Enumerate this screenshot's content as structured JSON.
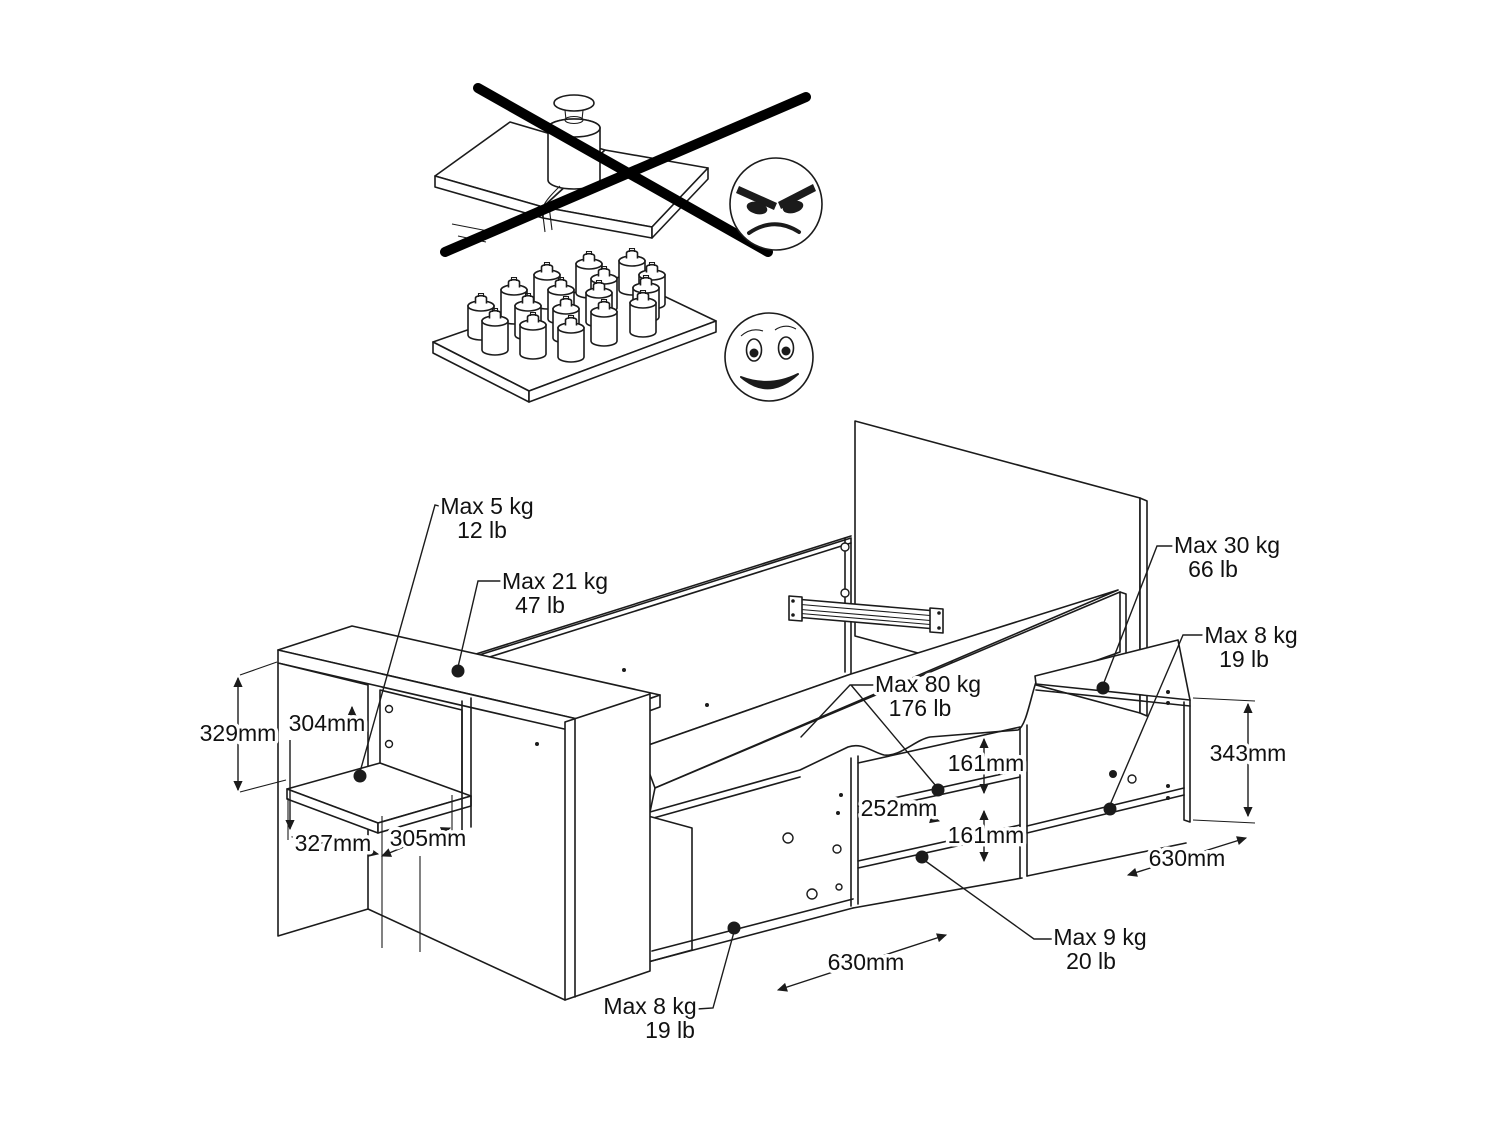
{
  "colors": {
    "background": "#ffffff",
    "line": "#1b1b1b"
  },
  "icons": {
    "prohibited_face": "angry-face-icon",
    "allowed_face": "smiley-face-icon",
    "prohibited_mark": "prohibition-cross-icon"
  },
  "weight_labels": {
    "desk_shelf": {
      "kg": "Max 5 kg",
      "lb": "12 lb"
    },
    "desk_top": {
      "kg": "Max 21 kg",
      "lb": "47 lb"
    },
    "head_shelf": {
      "kg": "Max 30 kg",
      "lb": "66 lb"
    },
    "head_cubby": {
      "kg": "Max 8 kg",
      "lb": "19 lb"
    },
    "bed_platform": {
      "kg": "Max 80 kg",
      "lb": "176 lb"
    },
    "middle_shelf": {
      "kg": "Max 9 kg",
      "lb": "20 lb"
    },
    "foot_cubby": {
      "kg": "Max 8 kg",
      "lb": "19 lb"
    }
  },
  "dimensions": {
    "desk_side_height": "329mm",
    "desk_cubby_height": "304mm",
    "desk_depth_left": "327mm",
    "desk_depth_right": "305mm",
    "middle_shelf_depth": "252mm",
    "middle_gap_upper": "161mm",
    "middle_gap_lower": "161mm",
    "head_cubby_height": "343mm",
    "head_cubby_width": "630mm",
    "foot_cubby_width": "630mm"
  }
}
